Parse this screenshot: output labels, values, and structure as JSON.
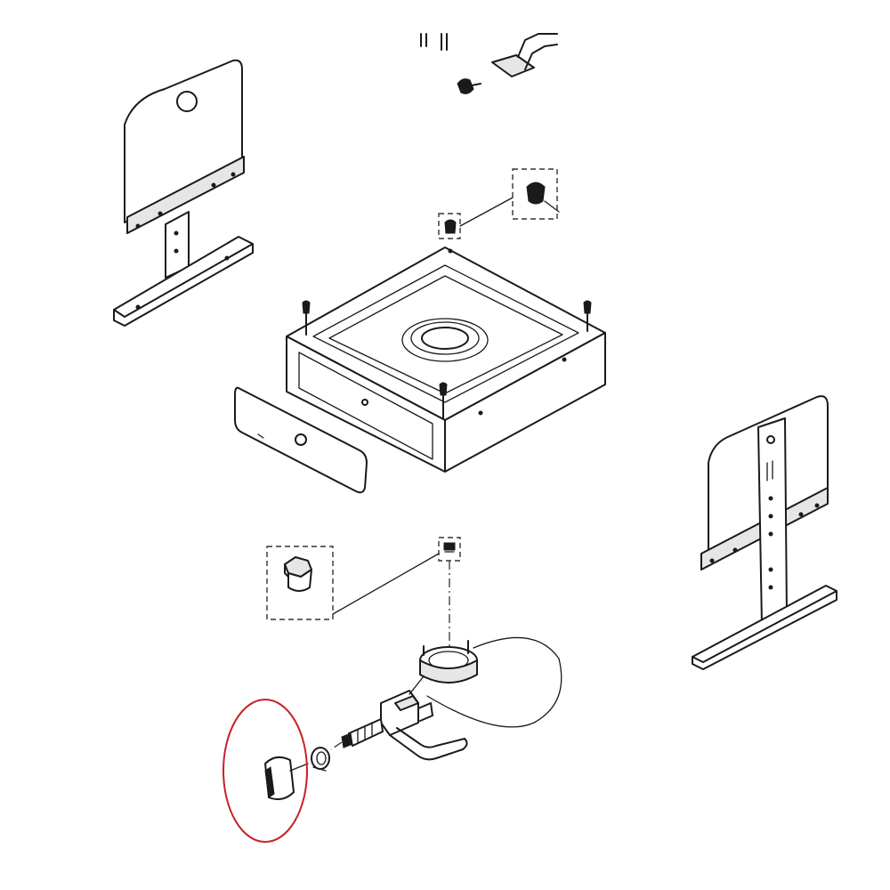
{
  "diagram": {
    "kind": "exploded-parts-diagram",
    "highlight_color": "#c8202a",
    "line_color": "#1a1a1a",
    "parts": [
      {
        "name": "left-side-panel-with-leg"
      },
      {
        "name": "right-side-panel-with-leg"
      },
      {
        "name": "burner-box-housing"
      },
      {
        "name": "front-access-cover-plate"
      },
      {
        "name": "top-mounting-hardware"
      },
      {
        "name": "rubber-grommet-detail"
      },
      {
        "name": "orifice-nut-detail"
      },
      {
        "name": "burner-valve-assembly"
      },
      {
        "name": "control-knob",
        "highlighted": true
      }
    ]
  }
}
